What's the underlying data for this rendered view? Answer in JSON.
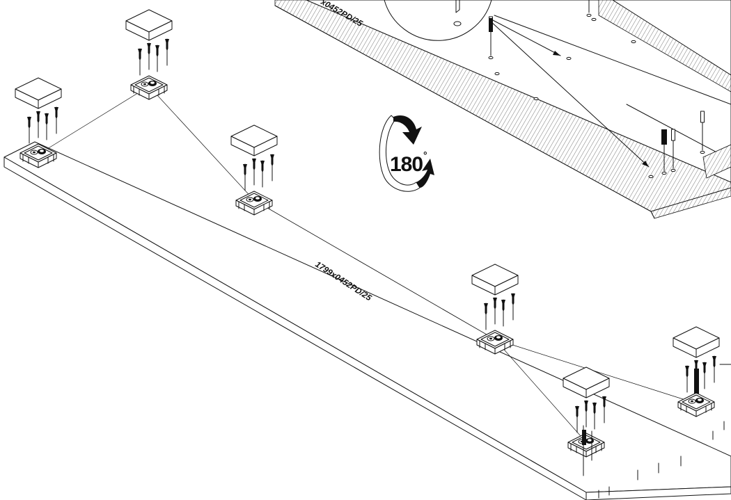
{
  "diagram": {
    "panel_label": "1799x0452PD/25",
    "upper_panel_label": "x0452PD/25",
    "rotation_value": "180",
    "degree_symbol": "°"
  }
}
